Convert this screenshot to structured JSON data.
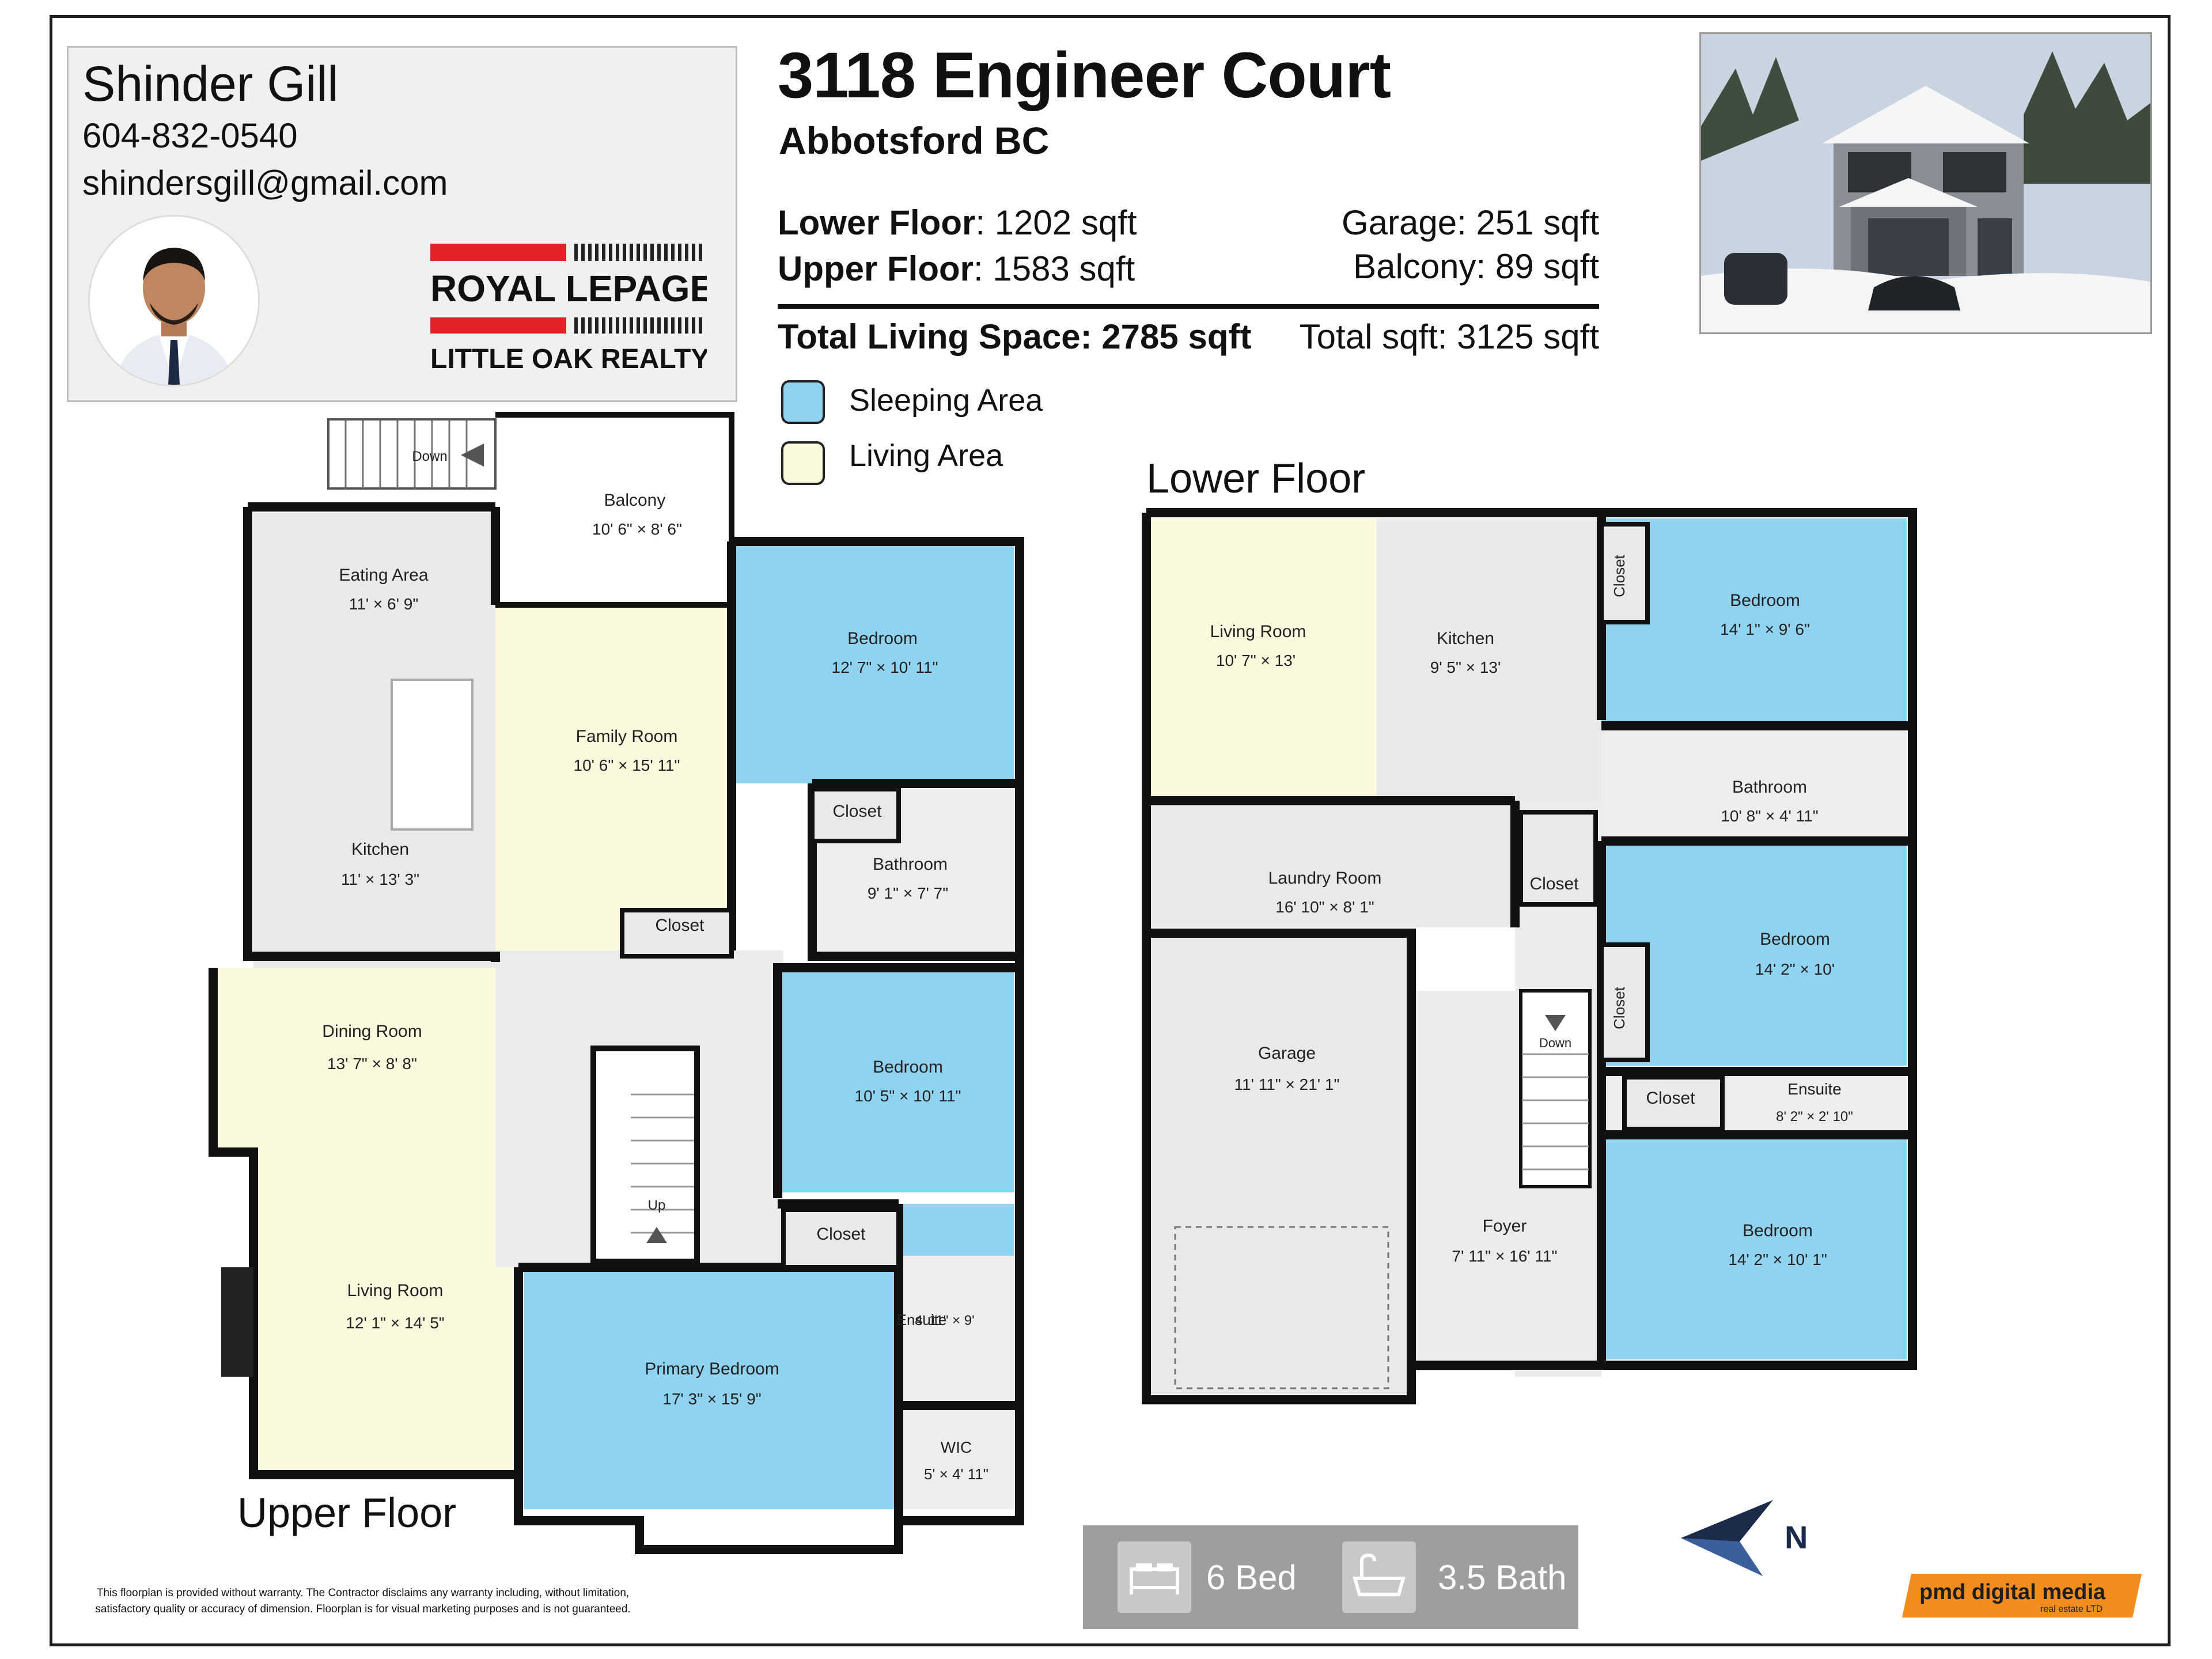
{
  "agent": {
    "name": "Shinder Gill",
    "phone": "604-832-0540",
    "email": "shindersgill@gmail.com",
    "brokerage_line1": "ROYAL LEPAGE",
    "brokerage_line2": "LITTLE OAK REALTY"
  },
  "property": {
    "address": "3118 Engineer Court",
    "city": "Abbotsford BC",
    "lower_floor_label": "Lower Floor",
    "lower_floor_value": "1202 sqft",
    "upper_floor_label": "Upper Floor",
    "upper_floor_value": "1583 sqft",
    "garage_label": "Garage",
    "garage_value": "251 sqft",
    "balcony_label": "Balcony",
    "balcony_value": "89 sqft",
    "total_living_label": "Total Living Space",
    "total_living_value": "2785 sqft",
    "total_sqft_label": "Total sqft",
    "total_sqft_value": "3125 sqft"
  },
  "legend": [
    {
      "label": "Sleeping Area",
      "color": "#8fd3f0"
    },
    {
      "label": "Living Area",
      "color": "#fbf9dd"
    }
  ],
  "colors": {
    "sleeping": "#8fd3f0",
    "living": "#fbf9dd",
    "common": "#e9e9e9",
    "wall": "#111111"
  },
  "floors": {
    "upper_label": "Upper Floor",
    "lower_label": "Lower Floor"
  },
  "upper_rooms": {
    "balcony": {
      "name": "Balcony",
      "dim": "10' 6\" × 8' 6\""
    },
    "eating": {
      "name": "Eating Area",
      "dim": "11' × 6' 9\""
    },
    "bedroom1": {
      "name": "Bedroom",
      "dim": "12' 7\" × 10' 11\""
    },
    "family": {
      "name": "Family Room",
      "dim": "10' 6\" × 15' 11\""
    },
    "kitchen": {
      "name": "Kitchen",
      "dim": "11' × 13' 3\""
    },
    "closet1": {
      "name": "Closet"
    },
    "bathroom": {
      "name": "Bathroom",
      "dim": "9' 1\" × 7' 7\""
    },
    "closet2": {
      "name": "Closet"
    },
    "dining": {
      "name": "Dining Room",
      "dim": "13' 7\" × 8' 8\""
    },
    "bedroom2": {
      "name": "Bedroom",
      "dim": "10' 5\" × 10' 11\""
    },
    "closet3": {
      "name": "Closet"
    },
    "living": {
      "name": "Living Room",
      "dim": "12' 1\" × 14' 5\""
    },
    "ensuite": {
      "name": "Ensuite",
      "dim": "4' 11\" × 9'"
    },
    "primary": {
      "name": "Primary Bedroom",
      "dim": "17' 3\" × 15' 9\""
    },
    "wic": {
      "name": "WIC",
      "dim": "5' × 4' 11\""
    },
    "stair_down": "Down",
    "stair_up": "Up"
  },
  "lower_rooms": {
    "living": {
      "name": "Living Room",
      "dim": "10' 7\" × 13'"
    },
    "kitchen": {
      "name": "Kitchen",
      "dim": "9' 5\" × 13'"
    },
    "closet1": {
      "name": "Closet"
    },
    "bedroom1": {
      "name": "Bedroom",
      "dim": "14' 1\" × 9' 6\""
    },
    "bathroom": {
      "name": "Bathroom",
      "dim": "10' 8\" × 4' 11\""
    },
    "laundry": {
      "name": "Laundry Room",
      "dim": "16' 10\" × 8' 1\""
    },
    "closet2": {
      "name": "Closet"
    },
    "bedroom2": {
      "name": "Bedroom",
      "dim": "14' 2\" × 10'"
    },
    "closet3": {
      "name": "Closet"
    },
    "garage": {
      "name": "Garage",
      "dim": "11' 11\" × 21' 1\""
    },
    "closet4": {
      "name": "Closet"
    },
    "ensuite": {
      "name": "Ensuite",
      "dim": "8' 2\" × 2' 10\""
    },
    "foyer": {
      "name": "Foyer",
      "dim": "7' 11\" × 16' 11\""
    },
    "bedroom3": {
      "name": "Bedroom",
      "dim": "14' 2\" × 10' 1\""
    },
    "stair_down": "Down"
  },
  "summary": {
    "beds": "6 Bed",
    "baths": "3.5 Bath"
  },
  "compass_letter": "N",
  "disclaimer": "This floorplan is provided without warranty. The Contractor disclaims any warranty including, without limitation, satisfactory quality or accuracy of dimension. Floorplan is for visual marketing purposes and is not guaranteed.",
  "credit": {
    "name": "pmd digital media",
    "tagline": "real estate LTD"
  }
}
